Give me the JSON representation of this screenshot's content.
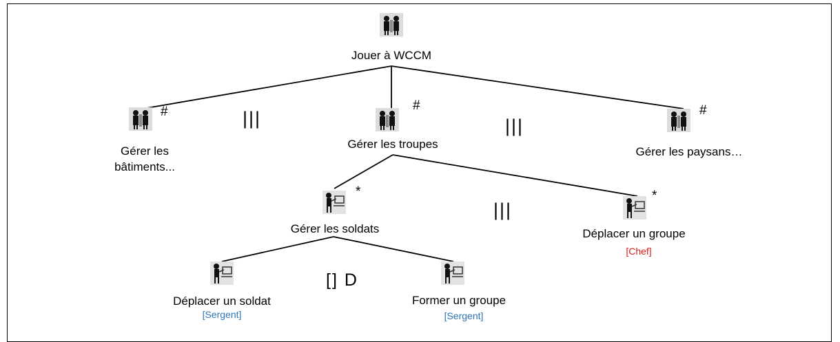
{
  "nodes": {
    "root": {
      "label": "Jouer à WCCM"
    },
    "batiments": {
      "label_line1": "Gérer les",
      "label_line2": "bâtiments...",
      "mark": "#"
    },
    "troupes": {
      "label": "Gérer les troupes",
      "mark": "#"
    },
    "paysans": {
      "label": "Gérer les paysans…",
      "mark": "#"
    },
    "soldats": {
      "label": "Gérer les soldats",
      "mark": "*"
    },
    "deplacer_groupe": {
      "label": "Déplacer un groupe",
      "mark": "*",
      "role": "[Chef]"
    },
    "deplacer_soldat": {
      "label": "Déplacer un soldat",
      "role": "[Sergent]"
    },
    "former_groupe": {
      "label": "Former un groupe",
      "role": "[Sergent]"
    }
  },
  "operators": {
    "top_left": "|||",
    "top_right": "|||",
    "middle": "|||",
    "bottom": "[] D"
  },
  "icons": {
    "abstract": "abstract-task-icon",
    "interaction": "interaction-task-icon"
  },
  "colors": {
    "role_blue": "#2e74b5",
    "role_red": "#e02020"
  }
}
